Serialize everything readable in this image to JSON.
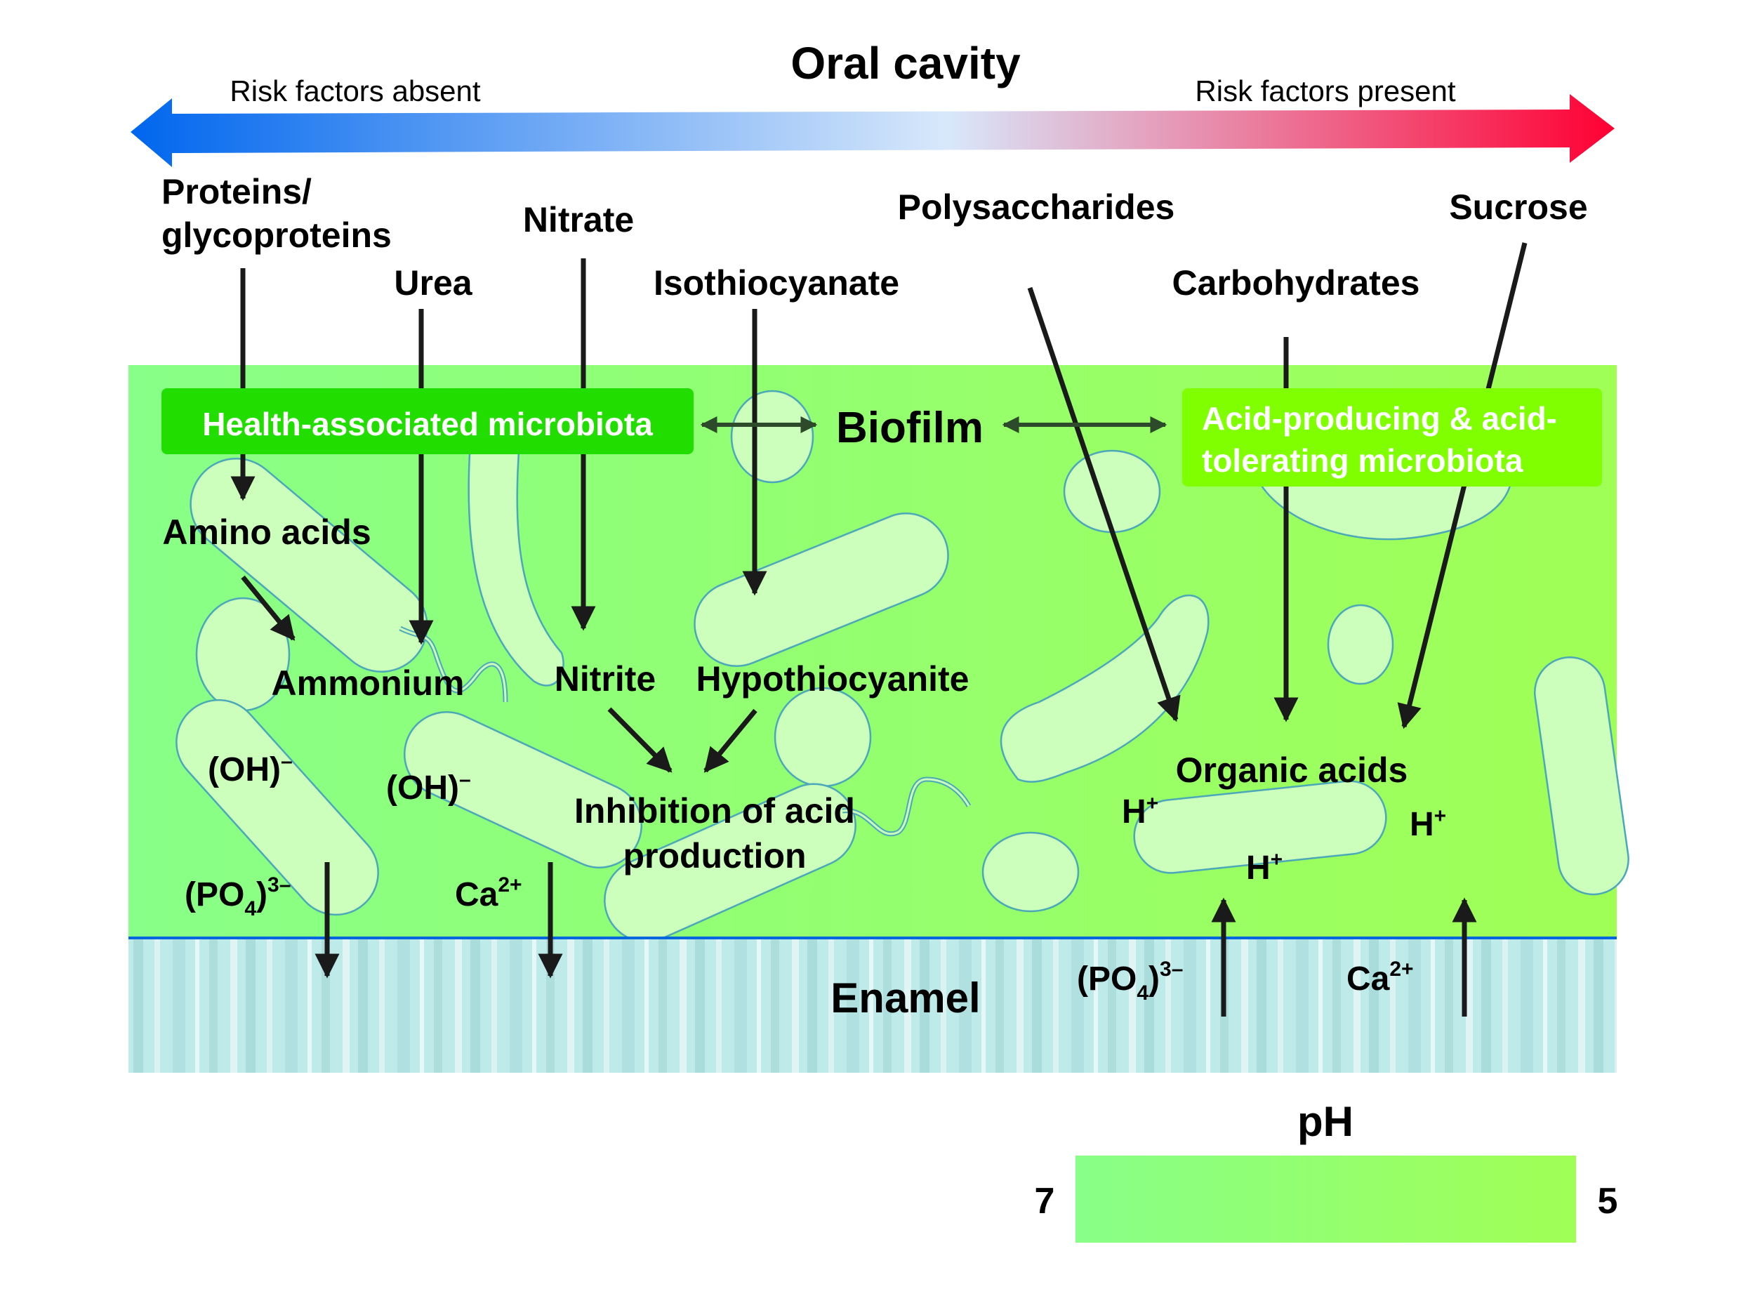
{
  "title": "Oral cavity",
  "risk_axis": {
    "left_label": "Risk factors absent",
    "right_label": "Risk factors present",
    "left_color": "#0066ee",
    "mid_color": "#d8e8fb",
    "right_color": "#ff0033"
  },
  "inputs": {
    "proteins_line1": "Proteins/",
    "proteins_line2": "glycoproteins",
    "urea": "Urea",
    "nitrate": "Nitrate",
    "isothiocyanate": "Isothiocyanate",
    "polysaccharides": "Polysaccharides",
    "carbohydrates": "Carbohydrates",
    "sucrose": "Sucrose"
  },
  "biofilm": {
    "label": "Biofilm",
    "health_box": "Health-associated microbiota",
    "acid_box_line1": "Acid-producing & acid-",
    "acid_box_line2": "tolerating microbiota",
    "health_box_color": "#22dd00",
    "acid_box_color": "#80ff00",
    "left_color": "#88ff88",
    "right_color": "#a0ff55"
  },
  "products": {
    "amino_acids": "Amino acids",
    "ammonium": "Ammonium",
    "nitrite": "Nitrite",
    "hypothiocyanite": "Hypothiocyanite",
    "inhibition_line1": "Inhibition of acid",
    "inhibition_line2": "production",
    "organic_acids": "Organic acids",
    "hydroxide": "(OH)",
    "hydroxide_charge": "–",
    "phosphate_base": "(PO",
    "phosphate_sub": "4",
    "phosphate_close": ")",
    "phosphate_charge": "3–",
    "calcium_base": "Ca",
    "calcium_charge": "2+",
    "proton_base": "H",
    "proton_charge": "+"
  },
  "enamel": {
    "label": "Enamel",
    "color": "#c0ecec"
  },
  "ph_scale": {
    "label": "pH",
    "min_label": "7",
    "max_label": "5",
    "left_color": "#88ff88",
    "right_color": "#a0ff55"
  }
}
